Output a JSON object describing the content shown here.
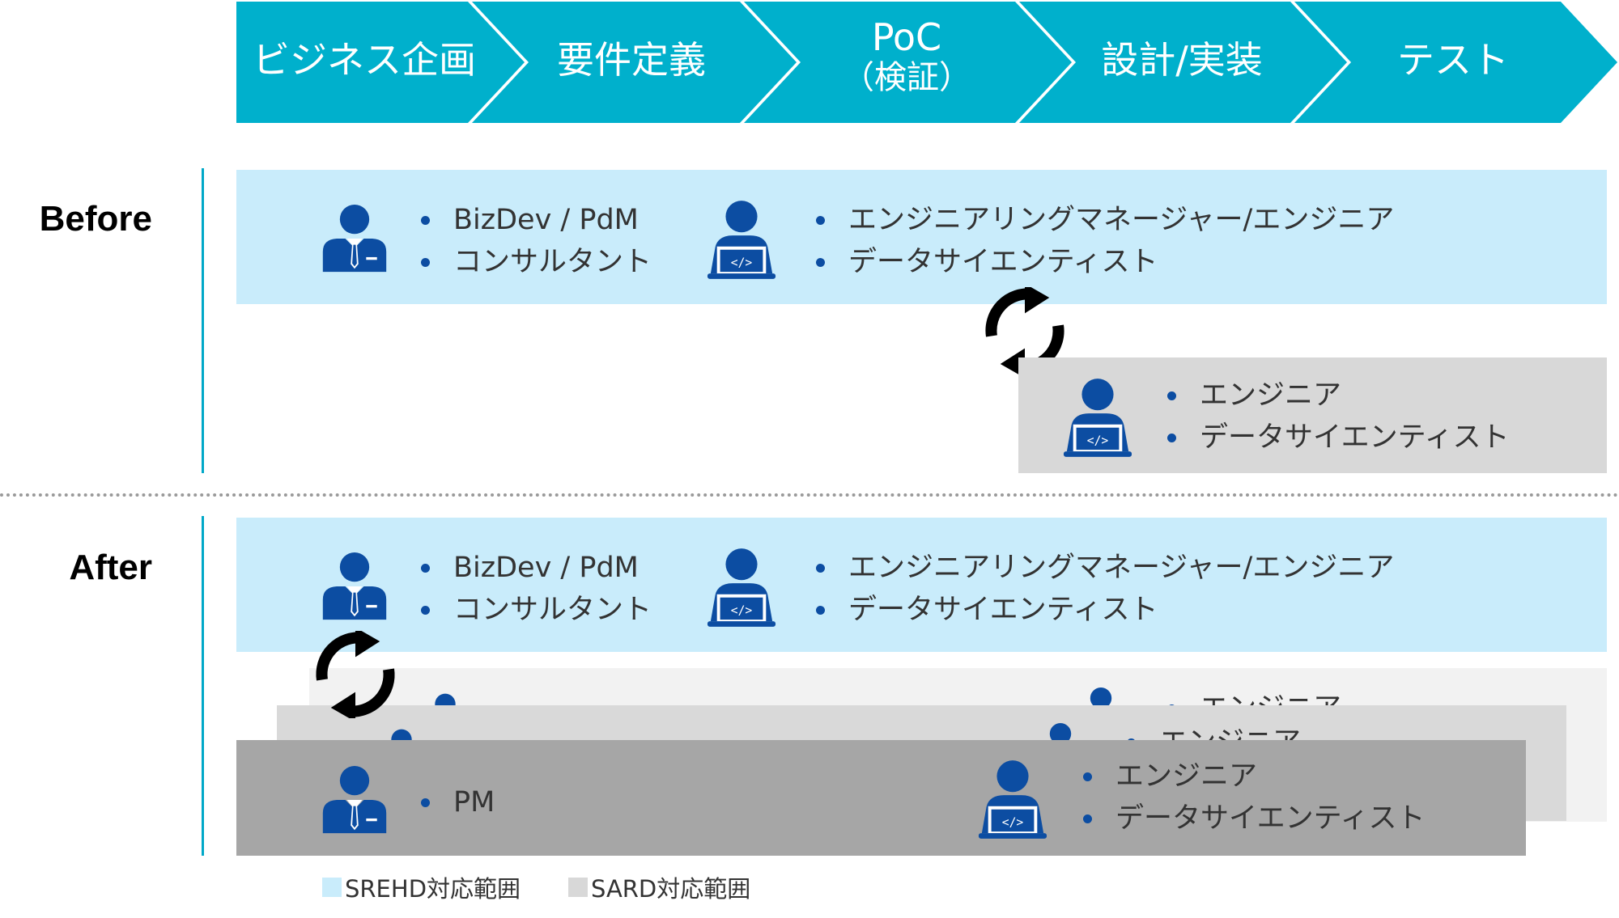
{
  "phases": [
    {
      "label": "ビジネス企画"
    },
    {
      "label": "要件定義"
    },
    {
      "label": "PoC",
      "sub": "（検証）"
    },
    {
      "label": "設計/実装"
    },
    {
      "label": "テスト"
    }
  ],
  "before": {
    "label": "Before",
    "srehd": {
      "biz_items": [
        "BizDev / PdM",
        "コンサルタント"
      ],
      "eng_items": [
        "エンジニアリングマネージャー/エンジニア",
        "データサイエンティスト"
      ]
    },
    "sard": {
      "eng_items": [
        "エンジニア",
        "データサイエンティスト"
      ]
    }
  },
  "after": {
    "label": "After",
    "srehd": {
      "biz_items": [
        "BizDev / PdM",
        "コンサルタント"
      ],
      "eng_items": [
        "エンジニアリングマネージャー/エンジニア",
        "データサイエンティスト"
      ]
    },
    "ghost_items": [
      "エンジニア",
      "エンジニア"
    ],
    "sard": {
      "pm_items": [
        "PM"
      ],
      "eng_items": [
        "エンジニア",
        "データサイエンティスト"
      ]
    }
  },
  "legend": [
    {
      "label": "SREHD対応範囲",
      "color": "#c9ecfb"
    },
    {
      "label": "SARD対応範囲",
      "color": "#d8d8d8"
    }
  ],
  "colors": {
    "phase_fill": "#00b0cc",
    "accent_line": "#00a8c8",
    "icon_blue": "#0c4da2",
    "light_band": "#c9ecfb",
    "gray_band": "#d8d8d8",
    "dark_gray_band": "#a6a6a6"
  },
  "icons": [
    "businessperson-icon",
    "engineer-laptop-icon",
    "sync-cycle-icon"
  ]
}
